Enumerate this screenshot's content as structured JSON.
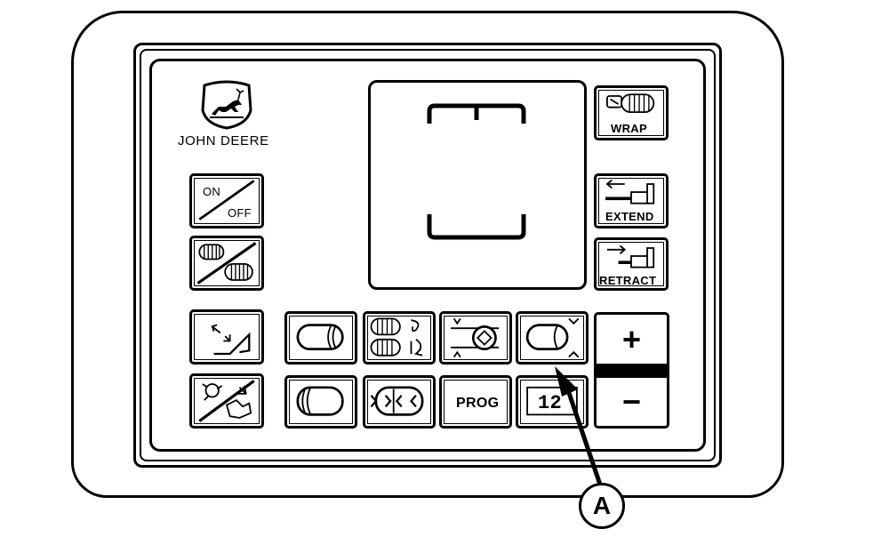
{
  "brand": {
    "name": "JOHN DEERE"
  },
  "buttons": {
    "on_off": {
      "on": "ON",
      "off": "OFF"
    },
    "wrap": "WRAP",
    "extend": "EXTEND",
    "retract": "RETRACT",
    "prog": "PROG",
    "counter": "12",
    "plus": "+",
    "minus": "−"
  },
  "callout": {
    "label": "A"
  }
}
